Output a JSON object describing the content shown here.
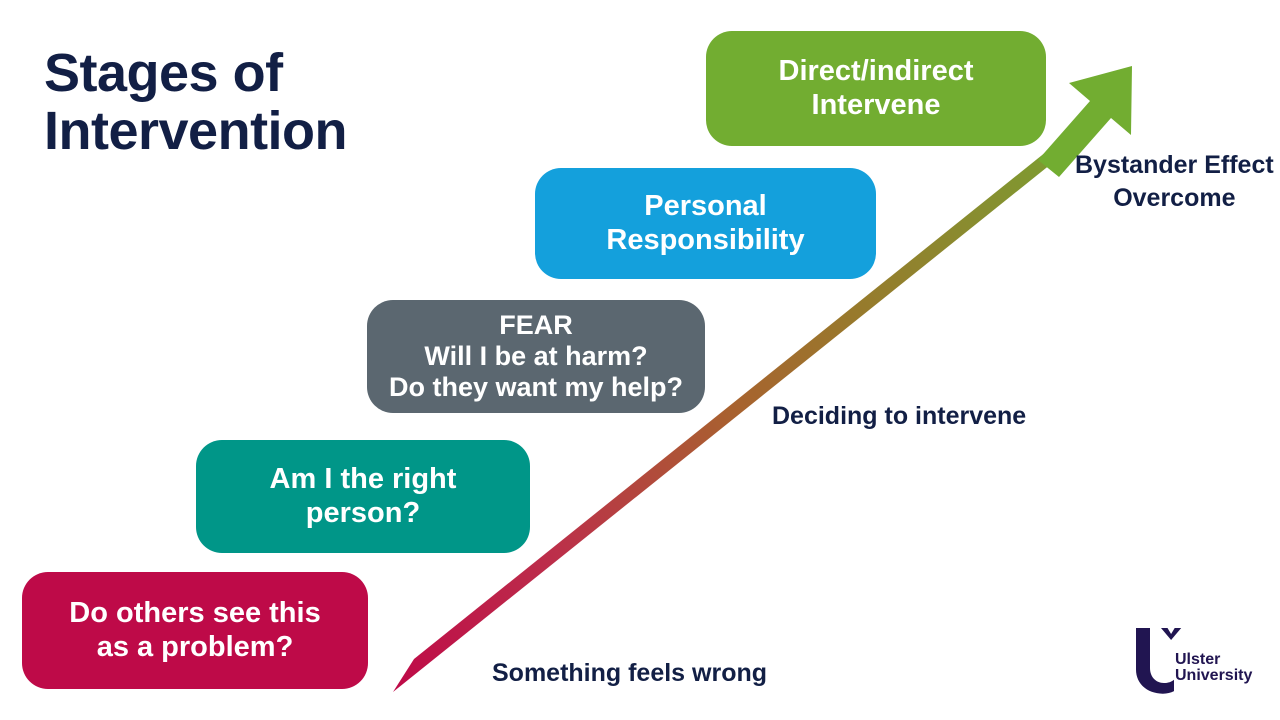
{
  "slide": {
    "title": "Stages of\nIntervention",
    "background_color": "#FFFFFF",
    "title_color": "#121F45"
  },
  "stages": [
    {
      "id": "do-others-see-this-as-a-problem",
      "text": "Do others see this\nas a problem?",
      "color": "#BE0A48"
    },
    {
      "id": "am-i-the-right-person",
      "text": "Am I the right\nperson?",
      "color": "#009688"
    },
    {
      "id": "fear",
      "text": "FEAR\nWill I be at harm?\nDo they want my help?",
      "color": "#5B6770"
    },
    {
      "id": "personal-responsibility",
      "text": "Personal\nResponsibility",
      "color": "#14A0DC"
    },
    {
      "id": "direct-indirect-intervene",
      "text": "Direct/indirect\nIntervene",
      "color": "#72AD31"
    }
  ],
  "arrow": {
    "start_color": "#BE0A48",
    "mid_color": "#A8622F",
    "end_color": "#72AD31",
    "direction": "up-right",
    "labels": [
      {
        "id": "something-feels-wrong",
        "text": "Something feels wrong"
      },
      {
        "id": "deciding-to-intervene",
        "text": "Deciding to intervene"
      },
      {
        "id": "bystander-effect-overcome",
        "text": "Bystander Effect\nOvercome"
      }
    ]
  },
  "logo": {
    "name": "ulster-university-logo",
    "line1": "Ulster",
    "line2": "University",
    "color": "#211551"
  }
}
